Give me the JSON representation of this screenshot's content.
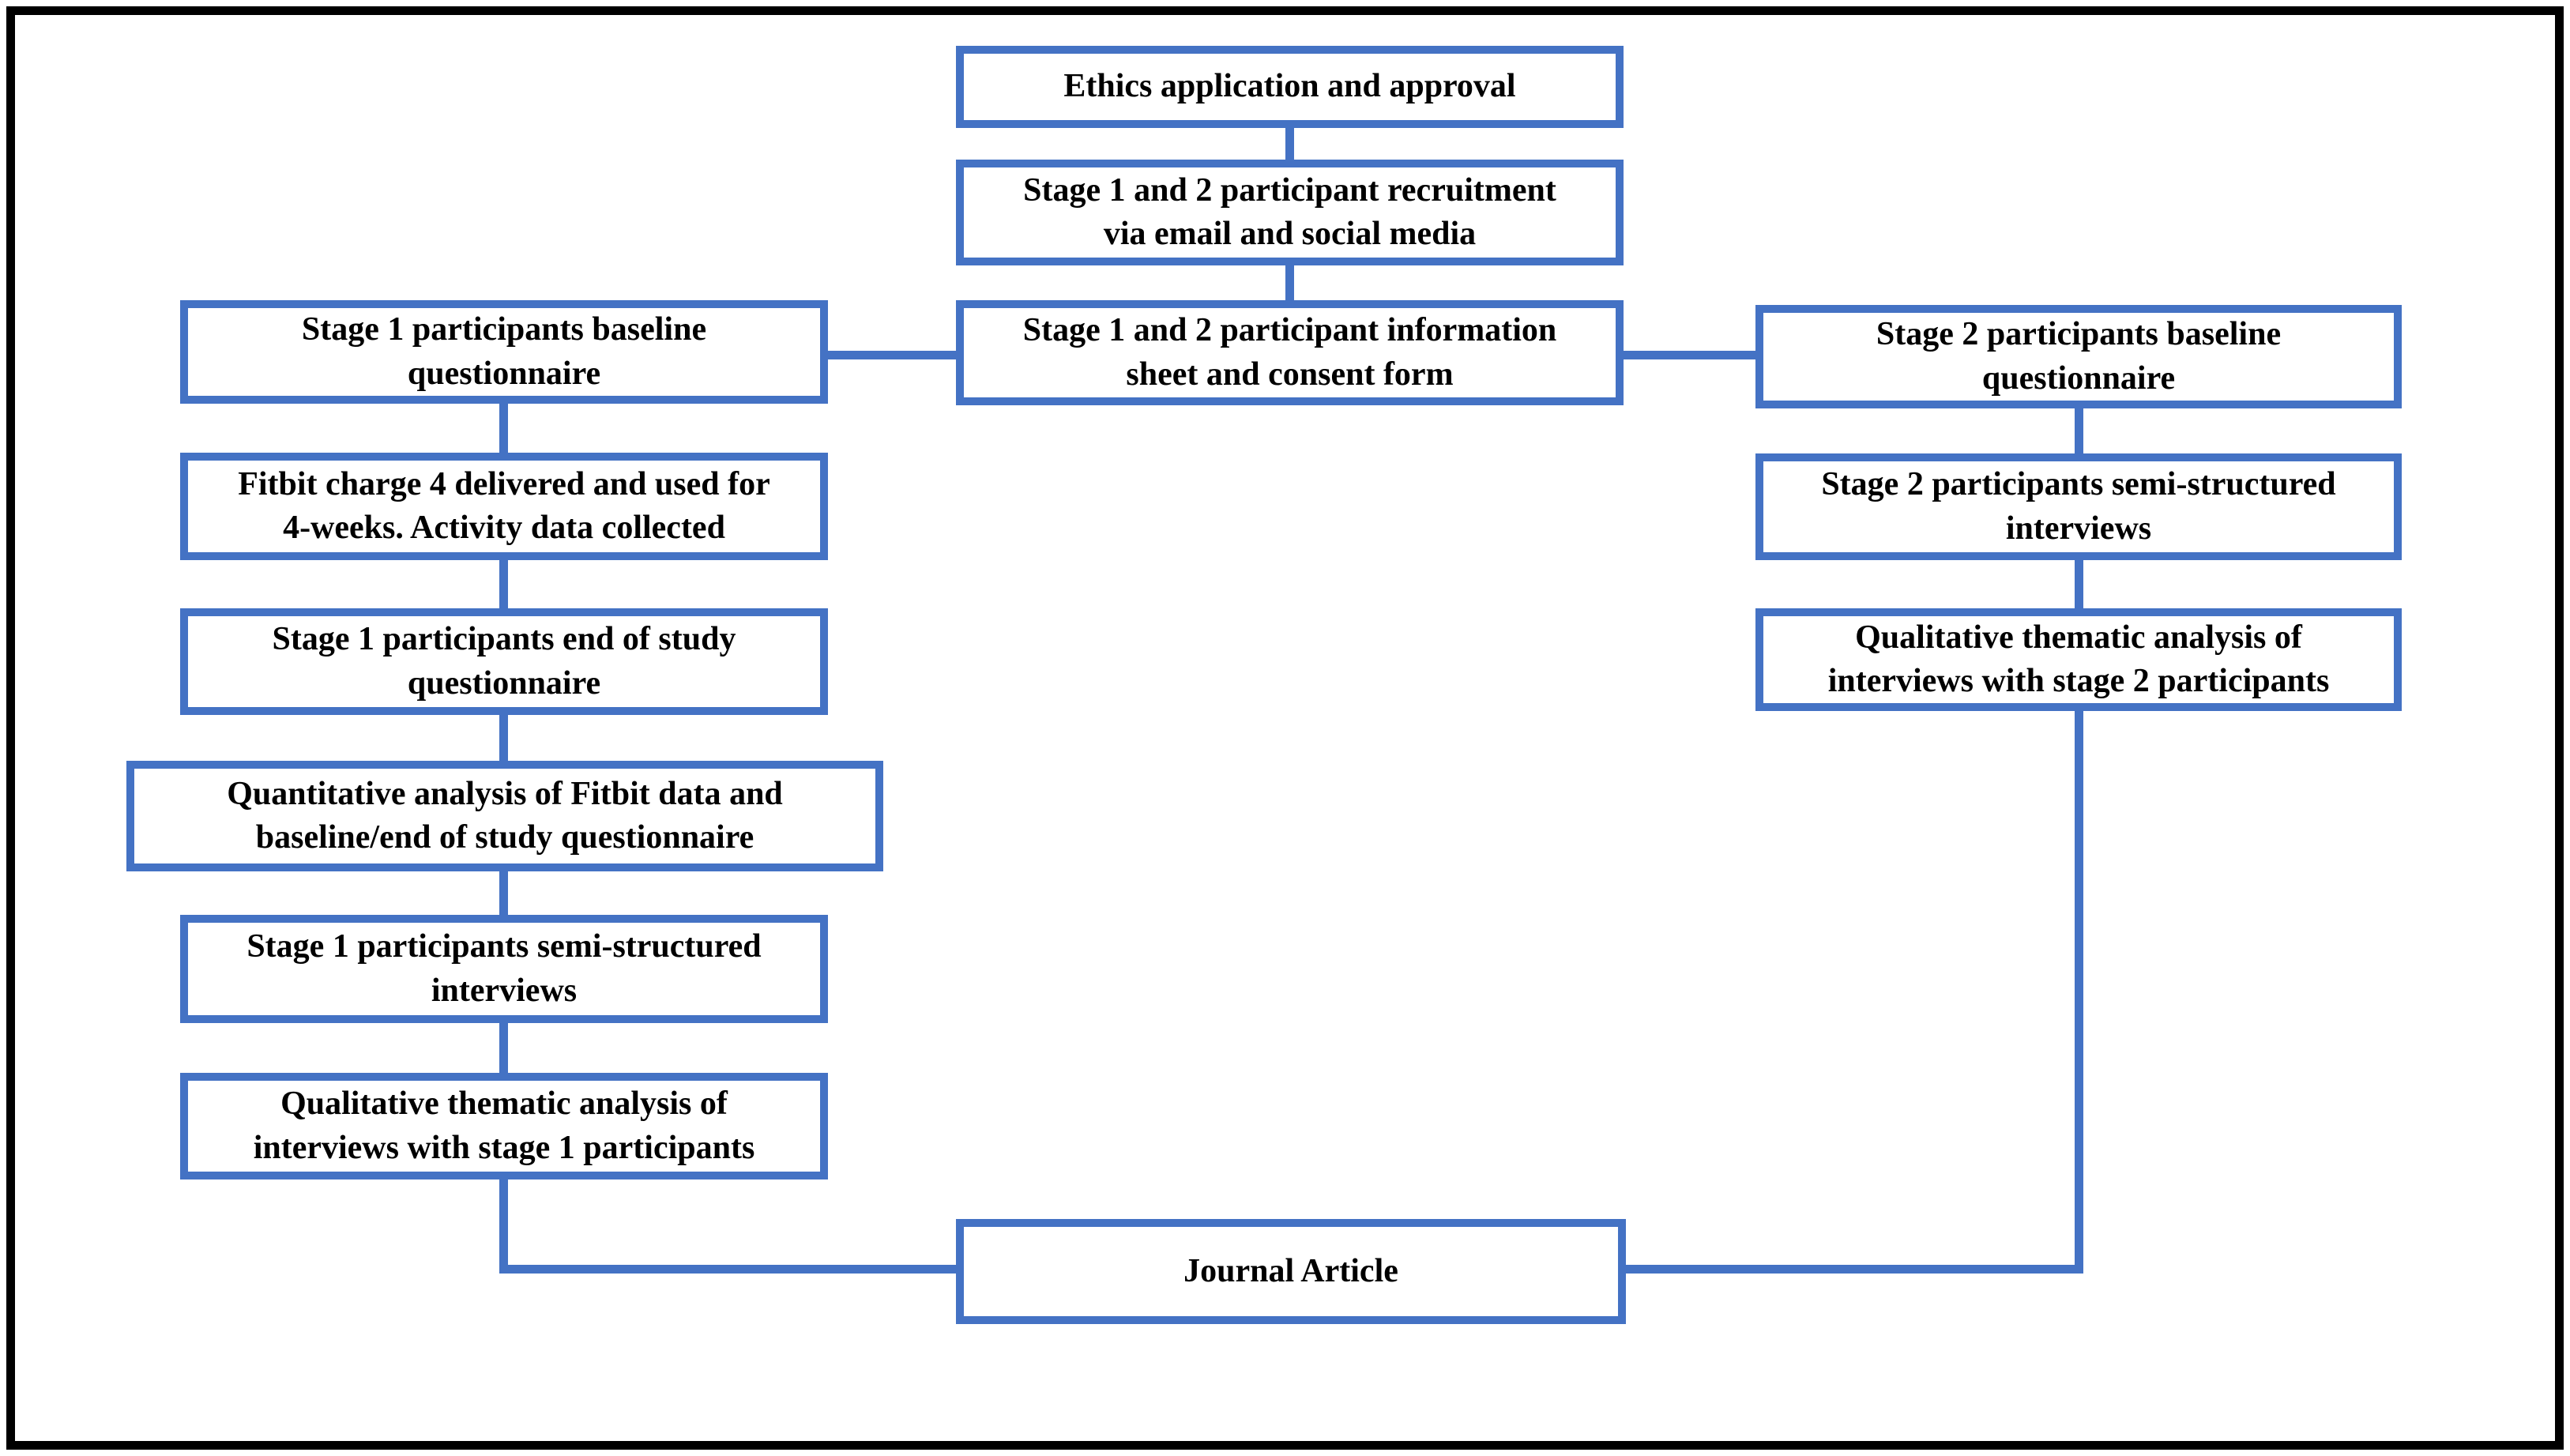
{
  "figure": {
    "type": "flowchart",
    "colors": {
      "accent": "#4472C4",
      "frame": "#000000",
      "background": "#FFFFFF",
      "text": "#000000"
    }
  },
  "nodes": {
    "ethics": {
      "lines": [
        "Ethics application and approval"
      ]
    },
    "recruitment": {
      "lines": [
        "Stage 1 and 2 participant recruitment",
        "via email and social media"
      ]
    },
    "info_consent": {
      "lines": [
        "Stage 1 and 2 participant information",
        "sheet and consent form"
      ]
    },
    "s1_baseline": {
      "lines": [
        "Stage 1 participants baseline",
        "questionnaire"
      ]
    },
    "fitbit": {
      "lines": [
        "Fitbit charge 4 delivered and used for",
        "4-weeks. Activity data collected"
      ]
    },
    "s1_end": {
      "lines": [
        "Stage 1 participants end of study",
        "questionnaire"
      ]
    },
    "quantitative": {
      "lines": [
        "Quantitative analysis of Fitbit data and",
        "baseline/end of study questionnaire"
      ]
    },
    "s1_interviews": {
      "lines": [
        "Stage 1 participants semi-structured",
        "interviews"
      ]
    },
    "s1_qual": {
      "lines": [
        "Qualitative thematic analysis of",
        "interviews with stage 1 participants"
      ]
    },
    "s2_baseline": {
      "lines": [
        "Stage 2 participants baseline",
        "questionnaire"
      ]
    },
    "s2_interviews": {
      "lines": [
        "Stage 2 participants semi-structured",
        "interviews"
      ]
    },
    "s2_qual": {
      "lines": [
        "Qualitative thematic analysis of",
        "interviews with stage 2 participants"
      ]
    },
    "journal": {
      "lines": [
        "Journal Article"
      ]
    }
  },
  "edges": [
    {
      "from": "ethics",
      "to": "recruitment"
    },
    {
      "from": "recruitment",
      "to": "info_consent"
    },
    {
      "from": "info_consent",
      "to": "s1_baseline"
    },
    {
      "from": "info_consent",
      "to": "s2_baseline"
    },
    {
      "from": "s1_baseline",
      "to": "fitbit"
    },
    {
      "from": "fitbit",
      "to": "s1_end"
    },
    {
      "from": "s1_end",
      "to": "quantitative"
    },
    {
      "from": "quantitative",
      "to": "s1_interviews"
    },
    {
      "from": "s1_interviews",
      "to": "s1_qual"
    },
    {
      "from": "s1_qual",
      "to": "journal"
    },
    {
      "from": "s2_baseline",
      "to": "s2_interviews"
    },
    {
      "from": "s2_interviews",
      "to": "s2_qual"
    },
    {
      "from": "s2_qual",
      "to": "journal"
    }
  ]
}
